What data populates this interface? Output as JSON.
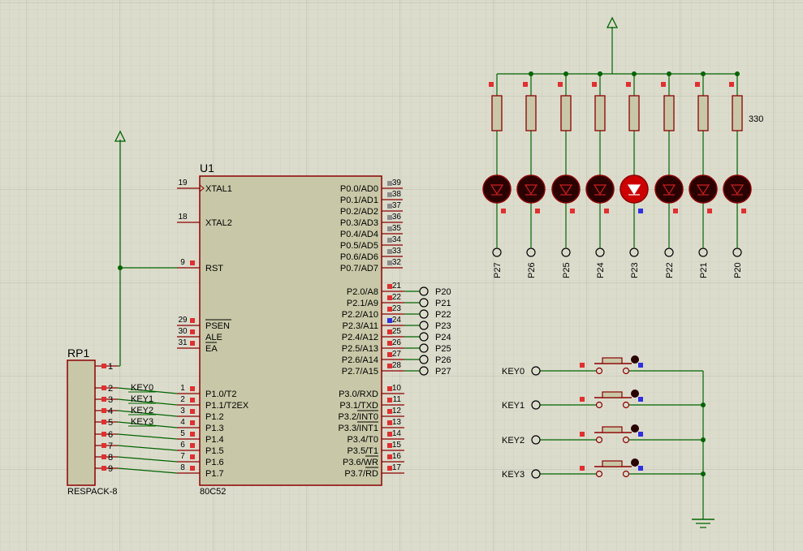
{
  "colors": {
    "background": "#dcdccd",
    "grid": "#c9c9b8",
    "grid_major": "#bdbdaa",
    "wire": "#006400",
    "component": "#8b0000",
    "body_fill": "#c8c8a8",
    "pin_marker": "#e03030",
    "pin_marker_grey": "#8c8c8c",
    "pin_marker_blue": "#3030e0",
    "led_off": "#2a0000",
    "led_on": "#cc0000"
  },
  "u1": {
    "ref": "U1",
    "part": "80C52",
    "left_pins": [
      {
        "num": "19",
        "name": "XTAL1"
      },
      {
        "num": "18",
        "name": "XTAL2"
      },
      {
        "num": "9",
        "name": "RST"
      },
      {
        "num": "29",
        "name": "PSEN"
      },
      {
        "num": "30",
        "name": "ALE"
      },
      {
        "num": "31",
        "name": "EA"
      },
      {
        "num": "1",
        "name": "P1.0/T2"
      },
      {
        "num": "2",
        "name": "P1.1/T2EX"
      },
      {
        "num": "3",
        "name": "P1.2"
      },
      {
        "num": "4",
        "name": "P1.3"
      },
      {
        "num": "5",
        "name": "P1.4"
      },
      {
        "num": "6",
        "name": "P1.5"
      },
      {
        "num": "7",
        "name": "P1.6"
      },
      {
        "num": "8",
        "name": "P1.7"
      }
    ],
    "right_pins": [
      {
        "num": "39",
        "name": "P0.0/AD0"
      },
      {
        "num": "38",
        "name": "P0.1/AD1"
      },
      {
        "num": "37",
        "name": "P0.2/AD2"
      },
      {
        "num": "36",
        "name": "P0.3/AD3"
      },
      {
        "num": "35",
        "name": "P0.4/AD4"
      },
      {
        "num": "34",
        "name": "P0.5/AD5"
      },
      {
        "num": "33",
        "name": "P0.6/AD6"
      },
      {
        "num": "32",
        "name": "P0.7/AD7"
      },
      {
        "num": "21",
        "name": "P2.0/A8"
      },
      {
        "num": "22",
        "name": "P2.1/A9"
      },
      {
        "num": "23",
        "name": "P2.2/A10"
      },
      {
        "num": "24",
        "name": "P2.3/A11"
      },
      {
        "num": "25",
        "name": "P2.4/A12"
      },
      {
        "num": "26",
        "name": "P2.5/A13"
      },
      {
        "num": "27",
        "name": "P2.6/A14"
      },
      {
        "num": "28",
        "name": "P2.7/A15"
      },
      {
        "num": "10",
        "name": "P3.0/RXD"
      },
      {
        "num": "11",
        "name": "P3.1/TXD"
      },
      {
        "num": "12",
        "name": "P3.2/INT0"
      },
      {
        "num": "13",
        "name": "P3.3/INT1"
      },
      {
        "num": "14",
        "name": "P3.4/T0"
      },
      {
        "num": "15",
        "name": "P3.5/T1"
      },
      {
        "num": "16",
        "name": "P3.6/WR"
      },
      {
        "num": "17",
        "name": "P3.7/RD"
      }
    ]
  },
  "rp1": {
    "ref": "RP1",
    "part": "RESPACK-8",
    "pins": [
      "1",
      "2",
      "3",
      "4",
      "5",
      "6",
      "7",
      "8",
      "9"
    ]
  },
  "key_net_labels": [
    "KEY0",
    "KEY1",
    "KEY2",
    "KEY3"
  ],
  "p2_terminals": [
    "P20",
    "P21",
    "P22",
    "P23",
    "P24",
    "P25",
    "P26",
    "P27"
  ],
  "led_terminals": [
    "P27",
    "P26",
    "P25",
    "P24",
    "P23",
    "P22",
    "P21",
    "P20"
  ],
  "led_states": [
    false,
    false,
    false,
    false,
    true,
    false,
    false,
    false
  ],
  "resistor_value": "330",
  "key_terminals": [
    "KEY0",
    "KEY1",
    "KEY2",
    "KEY3"
  ]
}
